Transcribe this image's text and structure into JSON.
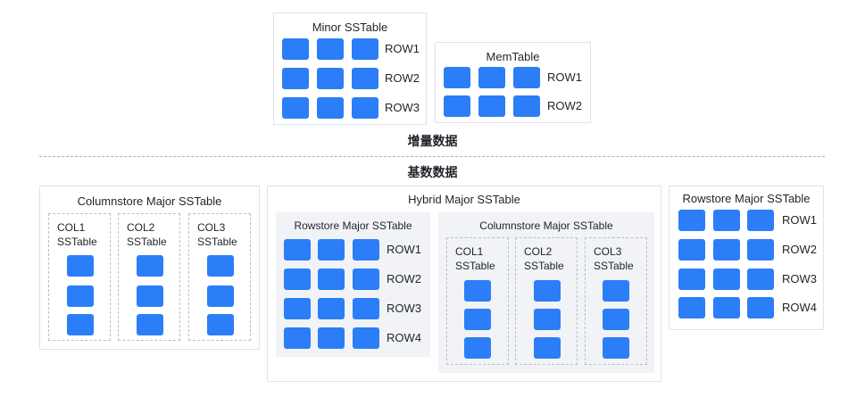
{
  "incremental": {
    "label": "增量数据",
    "minor_sstable": {
      "title": "Minor SSTable",
      "rows": [
        "ROW1",
        "ROW2",
        "ROW3"
      ]
    },
    "memtable": {
      "title": "MemTable",
      "rows": [
        "ROW1",
        "ROW2"
      ]
    }
  },
  "baseline": {
    "label": "基数数据",
    "columnstore_major": {
      "title": "Columnstore Major SSTable",
      "columns": [
        {
          "name": "COL1",
          "sub": "SSTable"
        },
        {
          "name": "COL2",
          "sub": "SSTable"
        },
        {
          "name": "COL3",
          "sub": "SSTable"
        }
      ]
    },
    "hybrid_major": {
      "title": "Hybrid Major SSTable",
      "rowstore": {
        "title": "Rowstore Major SSTable",
        "rows": [
          "ROW1",
          "ROW2",
          "ROW3",
          "ROW4"
        ]
      },
      "columnstore": {
        "title": "Columnstore Major SSTable",
        "columns": [
          {
            "name": "COL1",
            "sub": "SSTable"
          },
          {
            "name": "COL2",
            "sub": "SSTable"
          },
          {
            "name": "COL3",
            "sub": "SSTable"
          }
        ]
      }
    },
    "rowstore_major": {
      "title": "Rowstore Major SSTable",
      "rows": [
        "ROW1",
        "ROW2",
        "ROW3",
        "ROW4"
      ]
    }
  },
  "colors": {
    "cell": "#2b7ef7",
    "panel_border": "#dbe3ef",
    "group_background": "#f1f3f6",
    "dashed": "#b8bfc9"
  }
}
